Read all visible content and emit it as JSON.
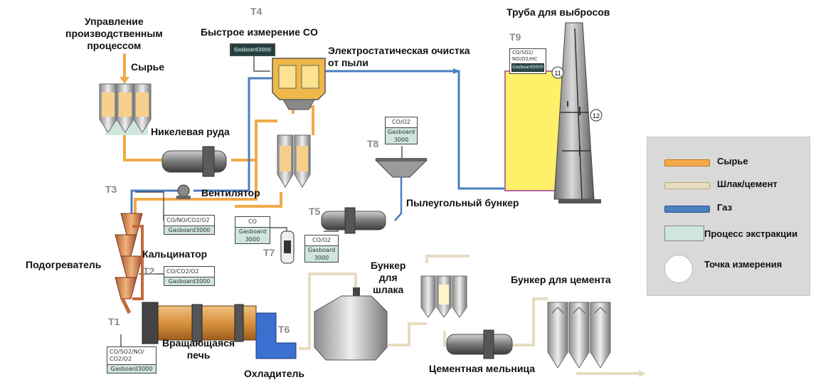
{
  "labels": {
    "process_control": "Управление\nпроизводственным\nпроцессом",
    "raw_material": "Сырье",
    "nickel_ore": "Никелевая руда",
    "fan": "Вентилятор",
    "preheater": "Подогреватель",
    "calciner": "Кальцинатор",
    "rotary_kiln": "Вращающаяся\nпечь",
    "cooler": "Охладитель",
    "fast_co": "Быстрое измерение CO",
    "esp": "Электростатическая очистка\nот пыли",
    "stack": "Труба для выбросов",
    "coal_bunker": "Пылеугольный бункер",
    "slag_bunker": "Бункер\nдля\nшлака",
    "cement_bunker": "Бункер для цемента",
    "cement_mill": "Цементная мельница"
  },
  "points": {
    "t1": "T1",
    "t2": "T2",
    "t3": "T3",
    "t4": "T4",
    "t5": "T5",
    "t6": "T6",
    "t7": "T7",
    "t8": "T8",
    "t9": "T9"
  },
  "circles": {
    "c11": "11",
    "c12": "12"
  },
  "devices": {
    "d_t4": {
      "model": "Gasboard3000"
    },
    "d_t1": {
      "gas": "CO/SO2/NO/\nCO2/O2",
      "model": "Gasboard3000"
    },
    "d_t2": {
      "gas": "CO/CO2/O2",
      "model": "Gasboard3000"
    },
    "d_t3": {
      "gas": "CO/NO/CO2/O2",
      "model": "Gasboard3000"
    },
    "d_t7": {
      "gas": "CO",
      "model": "Gasboard\n3000"
    },
    "d_t5": {
      "gas": "CO/O2",
      "model": "Gasboard\n3000"
    },
    "d_t8": {
      "gas": "CO/O2",
      "model": "Gasboard\n3000"
    },
    "d_t9": {
      "gas": "CO/SO2/\nNO/O2/HC",
      "model": "Gasboard3000"
    }
  },
  "legend": {
    "raw": "Сырье",
    "slag": "Шлак/цемент",
    "gas": "Газ",
    "extraction": "Процесс экстракции",
    "measure": "Точка измерения"
  },
  "colors": {
    "raw": "#f2a94a",
    "slag": "#e6dcc0",
    "gas": "#4a7fc0",
    "extraction": "#cfe6dc",
    "kiln": "#d99a4a",
    "cooler": "#3b6fd0",
    "stack_yellow": "#fff06a",
    "stack_purple": "#b86aa8"
  }
}
